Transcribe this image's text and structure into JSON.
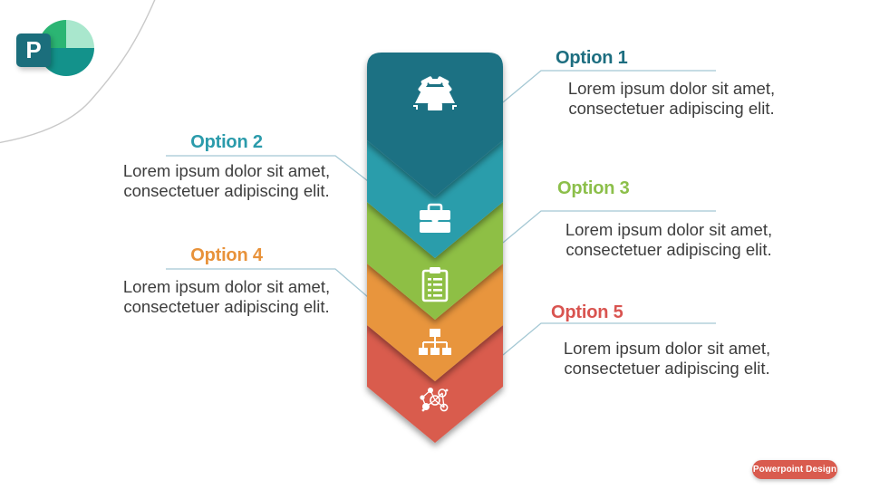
{
  "slide": {
    "background": "#ffffff"
  },
  "logo": {
    "app": "PowerPoint",
    "letter": "P",
    "colors": {
      "wedge_green": "#2bb573",
      "wedge_mint": "#a9e7cd",
      "wedge_teal": "#13928b",
      "tile": "#1b6e7c"
    }
  },
  "options": [
    {
      "label": "Option 1",
      "description": "Lorem ipsum dolor sit amet,\nconsectetuer adipiscing elit.",
      "title_color": "#1d6e80",
      "chevron_color": "#1f7183",
      "icon": "meeting-table-icon",
      "side": "right"
    },
    {
      "label": "Option 2",
      "description": "Lorem ipsum dolor sit amet,\nconsectetuer adipiscing elit.",
      "title_color": "#2b9bab",
      "chevron_color": "#2b9dab",
      "icon": "briefcase-icon",
      "side": "left"
    },
    {
      "label": "Option 3",
      "description": "Lorem ipsum dolor sit amet,\nconsectetuer adipiscing elit.",
      "title_color": "#8cbf4a",
      "chevron_color": "#8ebf45",
      "icon": "clipboard-icon",
      "side": "right"
    },
    {
      "label": "Option 4",
      "description": "Lorem ipsum dolor sit amet,\nconsectetuer adipiscing elit.",
      "title_color": "#e8923a",
      "chevron_color": "#e8953c",
      "icon": "org-chart-icon",
      "side": "left"
    },
    {
      "label": "Option 5",
      "description": "Lorem ipsum dolor sit amet,\nconsectetuer adipiscing elit.",
      "title_color": "#d95450",
      "chevron_color": "#d95b4e",
      "icon": "network-icon",
      "side": "right"
    }
  ],
  "connector_color": "#a4c8d4",
  "badge": {
    "label": "Powerpoint Design",
    "color": "#d95b4e"
  }
}
